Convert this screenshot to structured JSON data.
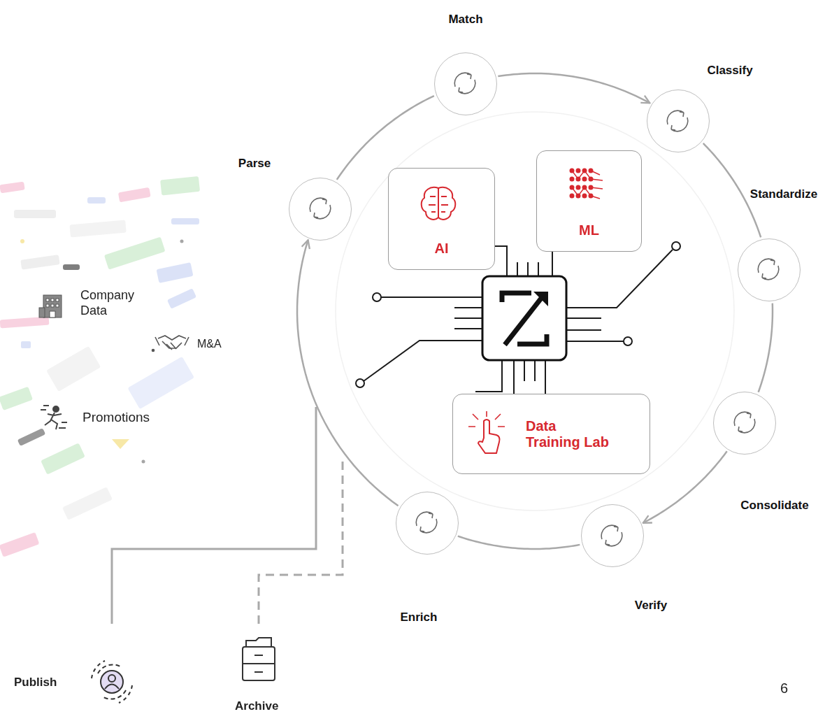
{
  "diagram": {
    "nodes": [
      {
        "text": [
          "Parse"
        ]
      },
      {
        "text": [
          "Match"
        ]
      },
      {
        "text": [
          "Classify"
        ]
      },
      {
        "text": [
          "Standardize"
        ]
      },
      {
        "text": [
          "Consolidate"
        ]
      },
      {
        "text": [
          "Verify"
        ]
      },
      {
        "text": [
          "Enrich"
        ]
      },
      {
        "text": [
          "AI"
        ]
      },
      {
        "text": [
          "ML"
        ]
      },
      {
        "text": [
          "Data Training Lab"
        ]
      }
    ],
    "edges": [
      {
        "from": 0,
        "to": 1,
        "arrow": "none"
      },
      {
        "from": 1,
        "to": 2,
        "arrow": "to"
      },
      {
        "from": 2,
        "to": 3,
        "arrow": "none"
      },
      {
        "from": 3,
        "to": 4,
        "arrow": "none"
      },
      {
        "from": 4,
        "to": 5,
        "arrow": "to"
      },
      {
        "from": 5,
        "to": 6,
        "arrow": "none"
      },
      {
        "from": 6,
        "to": 0,
        "arrow": "to"
      }
    ],
    "labels": [
      "Company Data",
      "M&A",
      "Promotions",
      "Publish",
      "Archive",
      "6"
    ]
  }
}
